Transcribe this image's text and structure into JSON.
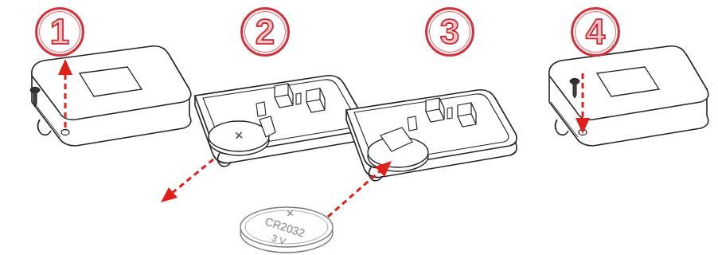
{
  "diagram": {
    "nodes": [
      {
        "text": [
          "1"
        ]
      },
      {
        "text": [
          "2"
        ]
      },
      {
        "text": [
          "3"
        ]
      },
      {
        "text": [
          "4"
        ]
      }
    ],
    "labels": [
      "+",
      "+",
      "CR2032",
      "3 V"
    ]
  }
}
